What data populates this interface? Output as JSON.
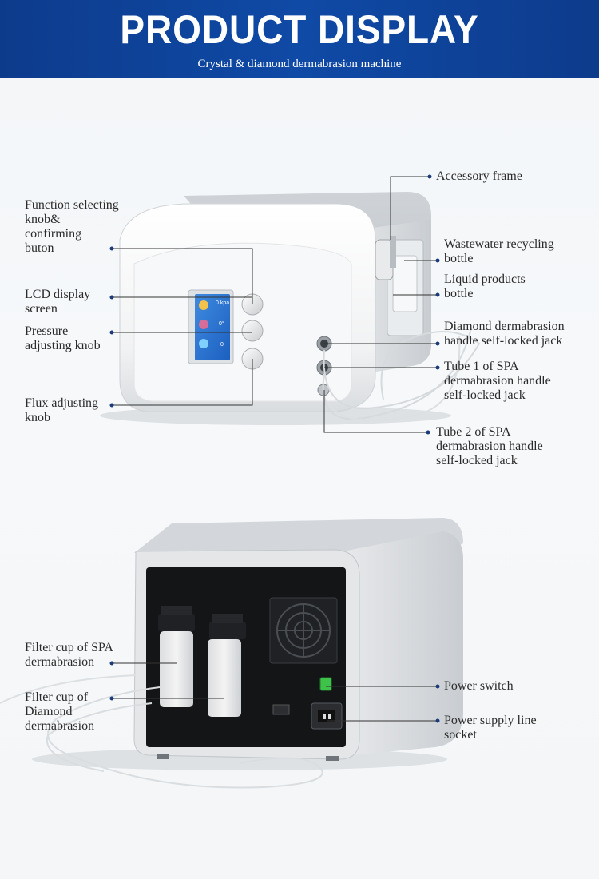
{
  "header": {
    "title": "PRODUCT DISPLAY",
    "subtitle": "Crystal & diamond dermabrasion machine"
  },
  "front_labels": {
    "function_knob": [
      "Function selecting",
      "knob&",
      "confirming",
      "buton"
    ],
    "lcd": [
      "LCD display",
      "screen"
    ],
    "pressure": [
      "Pressure",
      "adjusting knob"
    ],
    "flux": [
      "Flux adjusting",
      "knob"
    ],
    "accessory": [
      "Accessory frame"
    ],
    "wastewater": [
      "Wastewater recycling",
      "bottle"
    ],
    "liquid": [
      "Liquid products",
      "bottle"
    ],
    "diamond_jack": [
      "Diamond dermabrasion",
      "handle self-locked jack"
    ],
    "tube1": [
      "Tube 1 of SPA",
      "dermabrasion handle",
      "self-locked jack"
    ],
    "tube2": [
      "Tube 2 of SPA",
      "dermabrasion handle",
      "self-locked jack"
    ]
  },
  "back_labels": {
    "filter_spa": [
      "Filter cup of SPA",
      "dermabrasion"
    ],
    "filter_diamond": [
      "Filter cup of",
      "Diamond",
      "dermabrasion"
    ],
    "power_switch": [
      "Power switch"
    ],
    "power_socket": [
      "Power supply line",
      "socket"
    ]
  },
  "screen": {
    "row1": "0 kpa",
    "row2": "0°",
    "row3": "0"
  }
}
